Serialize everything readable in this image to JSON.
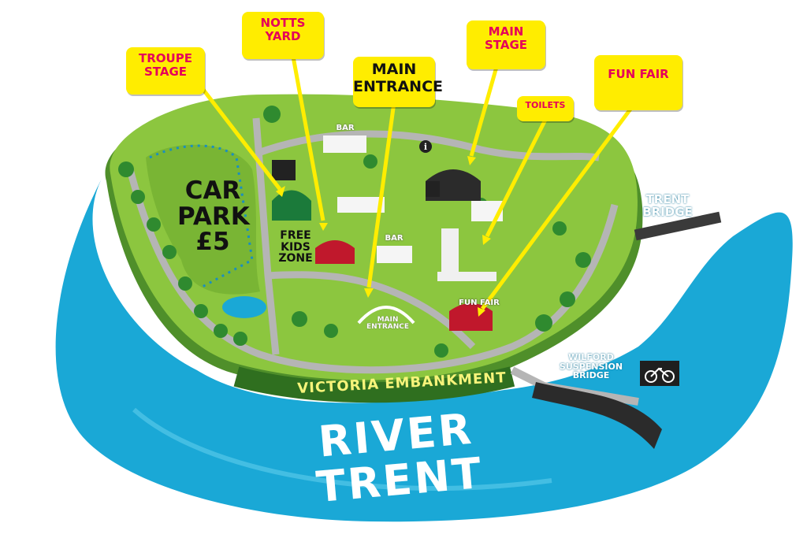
{
  "callouts": {
    "troupe_stage": "TROUPE\nSTAGE",
    "notts_yard": "NOTTS\nYARD",
    "main_entrance": "MAIN\nENTRANCE",
    "main_stage": "MAIN\nSTAGE",
    "toilets": "TOILETS",
    "fun_fair": "FUN FAIR"
  },
  "labels": {
    "car_park": "CAR\nPARK\n£5",
    "kids_zone": "FREE\nKIDS\nZONE",
    "trent_bridge": "TRENT\nBRIDGE",
    "wilford_bridge": "WILFORD\nSUSPENSION\nBRIDGE",
    "embankment": "VICTORIA EMBANKMENT",
    "river": "RIVER TRENT",
    "entrance_sign": "MAIN\nENTRANCE",
    "bar_top": "BAR",
    "bar_mid": "BAR",
    "fun_fair_small": "FUN FAIR"
  },
  "icons": {
    "info": "info-icon",
    "bicycle": "bicycle-icon"
  },
  "colors": {
    "water": "#1aa8d6",
    "grass": "#8cc63f",
    "path": "#b5b5b5",
    "callout": "#ffed00",
    "callout_text": "#e5005a",
    "arrow": "#ffed00"
  }
}
